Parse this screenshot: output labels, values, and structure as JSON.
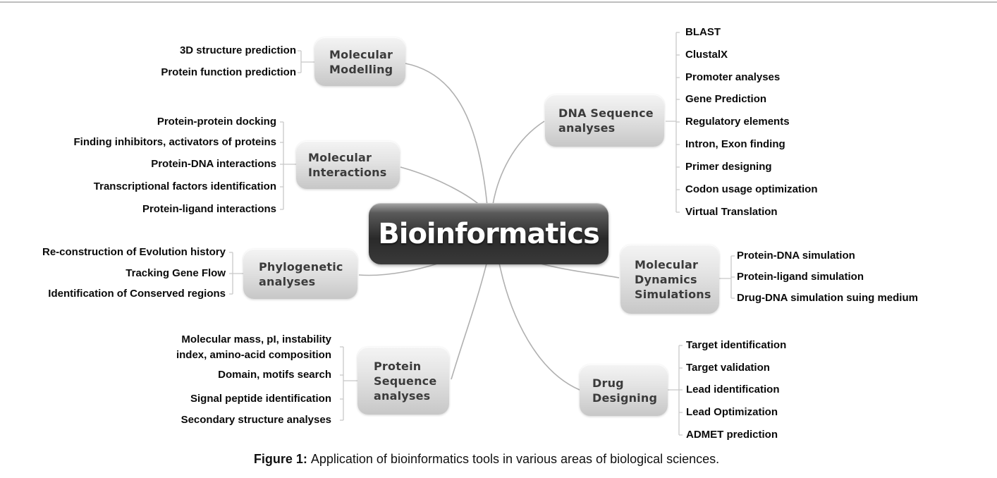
{
  "figure": {
    "center": {
      "label": "Bioinformatics"
    },
    "branches": [
      {
        "id": "molecular-modelling",
        "label": "Molecular\nModelling",
        "items": [
          "3D structure prediction",
          "Protein function prediction"
        ]
      },
      {
        "id": "molecular-interactions",
        "label": "Molecular\nInteractions",
        "items": [
          "Protein-protein docking",
          "Finding inhibitors, activators of proteins",
          "Protein-DNA interactions",
          "Transcriptional factors identification",
          "Protein-ligand interactions"
        ]
      },
      {
        "id": "phylogenetic-analyses",
        "label": "Phylogenetic\nanalyses",
        "items": [
          "Re-construction of Evolution history",
          "Tracking Gene Flow",
          "Identification of Conserved regions"
        ]
      },
      {
        "id": "protein-sequence-analyses",
        "label": "Protein\nSequence\nanalyses",
        "items": [
          "Molecular mass, pI, instability\nindex, amino-acid composition",
          "Domain, motifs search",
          "Signal peptide identification",
          "Secondary structure analyses"
        ]
      },
      {
        "id": "dna-sequence-analyses",
        "label": "DNA Sequence\nanalyses",
        "items": [
          "BLAST",
          "ClustalX",
          "Promoter analyses",
          "Gene Prediction",
          "Regulatory elements",
          "Intron, Exon finding",
          "Primer designing",
          "Codon usage optimization",
          "Virtual Translation"
        ]
      },
      {
        "id": "molecular-dynamics-simulations",
        "label": "Molecular\nDynamics\nSimulations",
        "items": [
          "Protein-DNA simulation",
          "Protein-ligand simulation",
          "Drug-DNA simulation suing medium"
        ]
      },
      {
        "id": "drug-designing",
        "label": "Drug\nDesigning",
        "items": [
          "Target identification",
          "Target validation",
          "Lead identification",
          "Lead Optimization",
          "ADMET prediction"
        ]
      }
    ],
    "caption": {
      "prefix": "Figure 1:",
      "text": "Application of bioinformatics tools in various areas of biological sciences."
    }
  },
  "colors": {
    "branch_curve": "#b0b0b0",
    "leaf_tree": "#c8c8c8",
    "node_text": "#3b3b3b",
    "node_bg_top": "#f4f4f4",
    "node_bg_bottom": "#c7c7c7",
    "central_bg": "#2a2a2a",
    "central_text": "#ffffff",
    "top_rule": "#bdbdbd"
  }
}
